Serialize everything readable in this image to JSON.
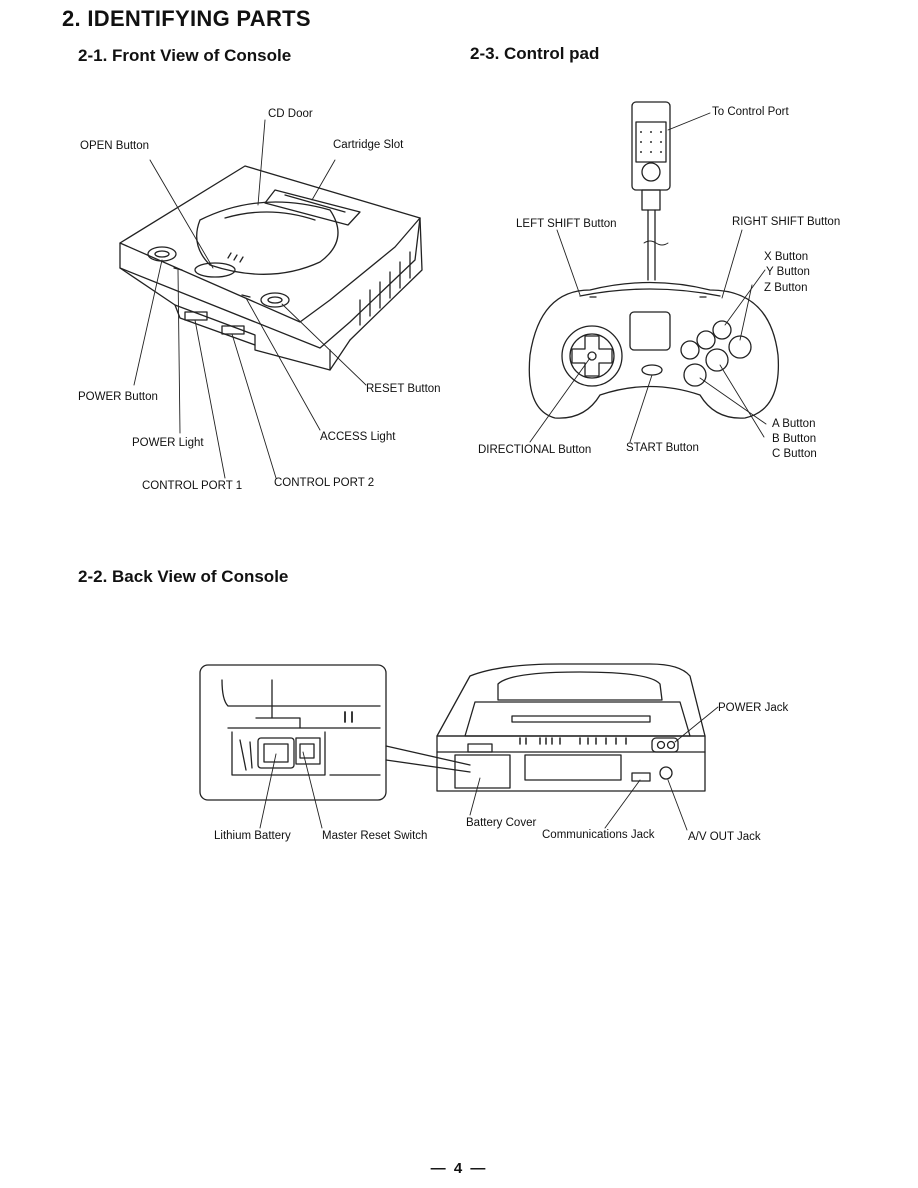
{
  "title": "2. IDENTIFYING PARTS",
  "sections": {
    "front": {
      "heading": "2-1. Front View of Console",
      "labels": {
        "cd_door": "CD Door",
        "open_button": "OPEN Button",
        "cartridge_slot": "Cartridge Slot",
        "power_button": "POWER Button",
        "reset_button": "RESET Button",
        "power_light": "POWER Light",
        "access_light": "ACCESS Light",
        "control_port_1": "CONTROL PORT 1",
        "control_port_2": "CONTROL PORT 2"
      }
    },
    "pad": {
      "heading": "2-3. Control pad",
      "labels": {
        "to_control_port": "To Control Port",
        "left_shift": "LEFT SHIFT Button",
        "right_shift": "RIGHT SHIFT Button",
        "x_button": "X Button",
        "y_button": "Y Button",
        "z_button": "Z Button",
        "a_button": "A Button",
        "b_button": "B Button",
        "c_button": "C Button",
        "directional": "DIRECTIONAL Button",
        "start": "START Button"
      }
    },
    "back": {
      "heading": "2-2. Back View of Console",
      "labels": {
        "power_jack": "POWER Jack",
        "battery_cover": "Battery Cover",
        "lithium_battery": "Lithium Battery",
        "master_reset": "Master Reset Switch",
        "communications_jack": "Communications Jack",
        "av_out_jack": "A/V OUT Jack"
      }
    }
  },
  "page_number": "— 4 —"
}
